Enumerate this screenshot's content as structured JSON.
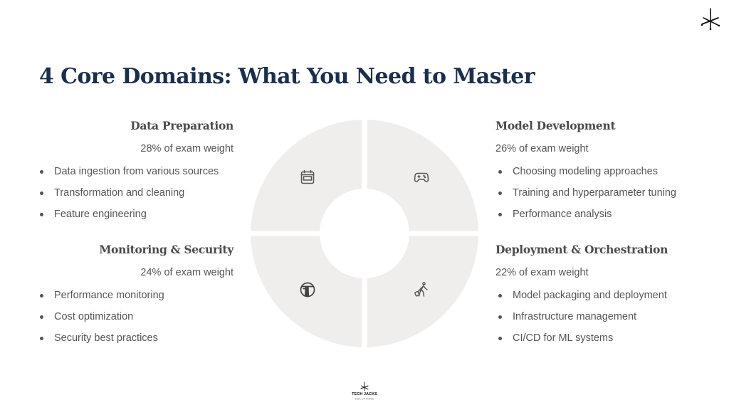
{
  "slide": {
    "title": "4 Core Domains: What You Need to Master"
  },
  "domains": [
    {
      "name": "Data Preparation",
      "weight": "28% of exam weight",
      "icon": "calendar-icon",
      "items": [
        "Data ingestion from various sources",
        "Transformation and cleaning",
        "Feature engineering"
      ]
    },
    {
      "name": "Model Development",
      "weight": "26% of exam weight",
      "icon": "gamepad-icon",
      "items": [
        "Choosing modeling approaches",
        "Training and hyperparameter tuning",
        "Performance analysis"
      ]
    },
    {
      "name": "Monitoring & Security",
      "weight": "24% of exam weight",
      "icon": "lighthouse-icon",
      "items": [
        "Performance monitoring",
        "Cost optimization",
        "Security best practices"
      ]
    },
    {
      "name": "Deployment & Orchestration",
      "weight": "22% of exam weight",
      "icon": "traveler-with-luggage-icon",
      "items": [
        "Model packaging and deployment",
        "Infrastructure management",
        "CI/CD for ML systems"
      ]
    }
  ],
  "footer": {
    "brand_line1": "TECH JACKS",
    "brand_line2": "SOLUTIONS"
  },
  "colors": {
    "title": "#1b2f4b",
    "segment_fill": "#f0eeed",
    "text": "#555555",
    "icon_stroke": "#555555"
  },
  "chart_data": {
    "type": "pie",
    "title": "4 Core Domains: What You Need to Master",
    "categories": [
      "Data Preparation",
      "Model Development",
      "Deployment & Orchestration",
      "Monitoring & Security"
    ],
    "values": [
      28,
      26,
      22,
      24
    ],
    "unit": "% of exam weight",
    "note": "Rendered as an equal-quadrant donut; values shown as text labels"
  }
}
